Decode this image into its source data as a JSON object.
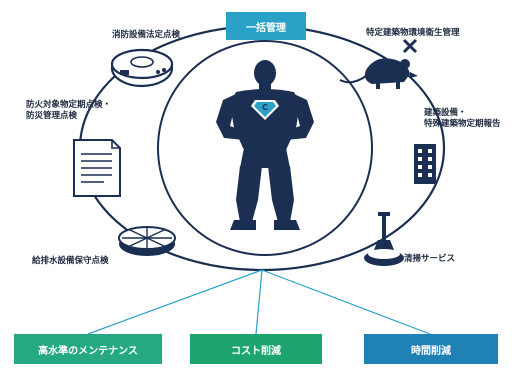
{
  "center": {
    "label": "一括管理"
  },
  "services": [
    {
      "label": "消防設備法定点検",
      "icon": "smoke-detector-icon"
    },
    {
      "label": "特定建築物環境衛生管理",
      "icon": "rat-pest-control-icon"
    },
    {
      "label_line1": "防火対象物定期点検・",
      "label_line2": "防災管理点検",
      "icon": "document-icon"
    },
    {
      "label_line1": "建築設備・",
      "label_line2": "特殊建築物定期報告",
      "icon": "building-icon"
    },
    {
      "label": "給排水設備保守点検",
      "icon": "manhole-cover-icon"
    },
    {
      "label": "清掃サービス",
      "icon": "floor-polisher-icon"
    }
  ],
  "benefits": [
    {
      "label": "高水準のメンテナンス",
      "color": "#26a883"
    },
    {
      "label": "コスト削減",
      "color": "#1ea56f"
    },
    {
      "label": "時間削減",
      "color": "#2081b7"
    }
  ],
  "colors": {
    "navy": "#1b2f52",
    "teal": "#2aa1c7",
    "green": "#1ea56f",
    "blue": "#2081b7"
  }
}
